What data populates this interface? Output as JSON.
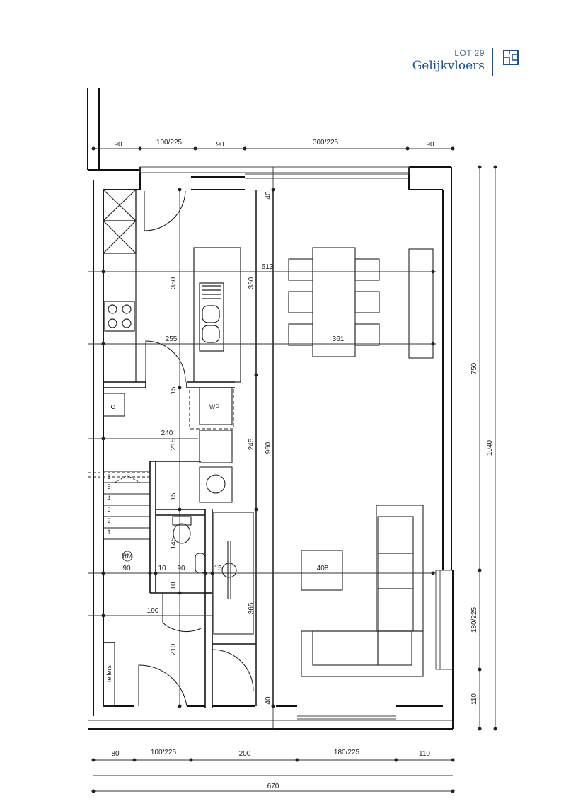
{
  "header": {
    "lot": "LOT 29",
    "floor": "Gelijkvloers"
  },
  "dims_top": [
    "90",
    "100/225",
    "90",
    "300/225",
    "90"
  ],
  "dims_bottom": [
    "80",
    "100/225",
    "200",
    "180/225",
    "110"
  ],
  "dims_total": "670",
  "dims_right": [
    "750",
    "1040",
    "180/225",
    "110"
  ],
  "dims_interior": {
    "d40_top": "40",
    "d613": "613",
    "d350a": "350",
    "d350b": "350",
    "d255": "255",
    "d361": "361",
    "d15a": "15",
    "d240": "240",
    "d215": "215",
    "d245": "245",
    "d960": "960",
    "d15b": "15",
    "d145": "145",
    "d90a": "90",
    "d10a": "10",
    "d90b": "90",
    "d15c": "15",
    "d408": "408",
    "d10b": "10",
    "d190": "190",
    "d365": "365",
    "d210": "210",
    "d40_bot": "40"
  },
  "labels": {
    "wp": "WP",
    "rm": "RM",
    "tellers": "tellers",
    "steps": [
      "1",
      "2",
      "3",
      "4",
      "5",
      "6"
    ]
  },
  "colors": {
    "header_blue": "#1f4f8f",
    "header_light": "#4a6da8",
    "line": "#111111"
  },
  "icons": [
    "floorplan-icon"
  ]
}
